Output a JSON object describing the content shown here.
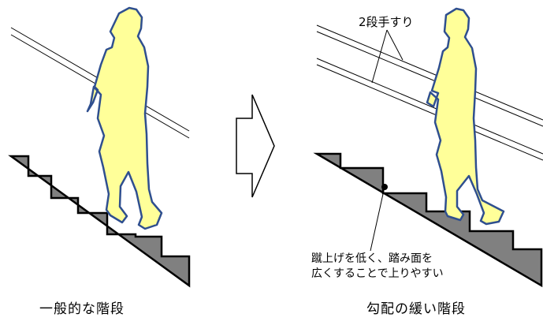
{
  "left_panel": {
    "caption": "一般的な階段"
  },
  "right_panel": {
    "caption": "勾配の緩い階段",
    "handrail_label": "2段手すり",
    "note_line1": "蹴上げを低く、踏み面を",
    "note_line2": "広くすることで上りやすい"
  },
  "colors": {
    "stair_fill": "#808080",
    "figure_fill": "#ffff99",
    "figure_stroke": "#2f4f8f",
    "outline": "#000000"
  },
  "icons": {
    "transition": "right-arrow-icon"
  }
}
